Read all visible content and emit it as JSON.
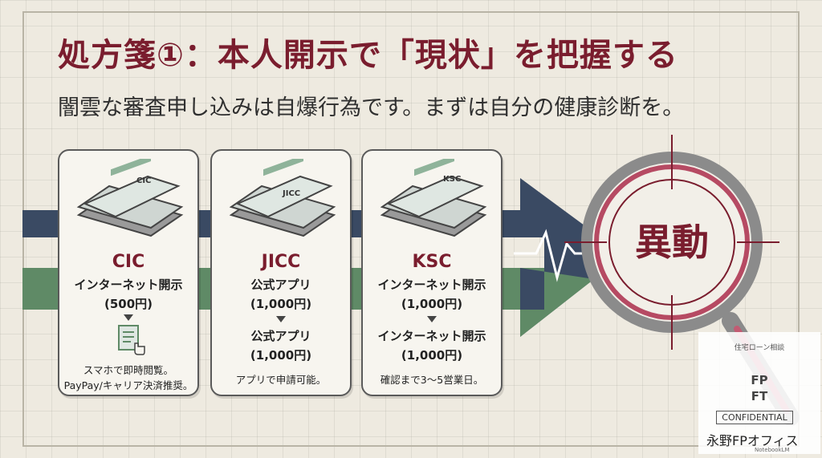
{
  "title": "処方箋①：本人開示で「現状」を把握する",
  "subtitle": "闇雲な審査申し込みは自爆行為です。まずは自分の健康診断を。",
  "cards": [
    {
      "name": "CIC",
      "screen_label": "CIC",
      "method1": "インターネット開示",
      "price1": "(500円)",
      "note": "スマホで即時閲覧。",
      "note2": "PayPay/キャリア決済推奨。"
    },
    {
      "name": "JICC",
      "screen_label": "JICC",
      "method1": "公式アプリ",
      "price1": "(1,000円)",
      "method2": "公式アプリ",
      "price2": "(1,000円)",
      "note": "アプリで申請可能。"
    },
    {
      "name": "KSC",
      "screen_label": "KSC",
      "method1": "インターネット開示",
      "price1": "(1,000円)",
      "method2": "インターネット開示",
      "price2": "(1,000円)",
      "note": "確認まで3〜5営業日。"
    }
  ],
  "magnifier_text": "異動",
  "watermark": {
    "top": "住宅ローン相談",
    "logo_line1": "FP",
    "logo_line2": "FT",
    "confidential": "CONFIDENTIAL",
    "office": "永野FPオフィス",
    "small": "NotebookLM"
  },
  "colors": {
    "accent": "#7a1d2e",
    "navy": "#3a4a63",
    "green": "#5f8a66",
    "background": "#eeeae0"
  }
}
